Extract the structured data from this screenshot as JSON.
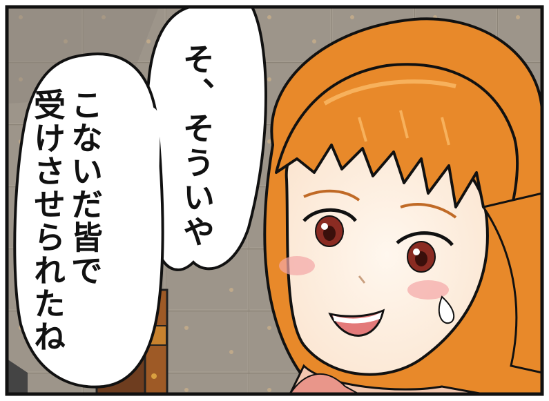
{
  "speech_bubbles": [
    {
      "lines": [
        "そ、そういや"
      ]
    },
    {
      "lines": [
        "こないだ皆で",
        "受けさせられたね"
      ]
    }
  ],
  "colors": {
    "hair": "#e8892a",
    "hair_highlight": "#f7b15c",
    "skin": "#fdf1e4",
    "wall": "#9b9387",
    "blush": "#f4a6a6",
    "eye": "#8a2b22",
    "panel_border": "#111111"
  },
  "icons": [
    "speech-bubble-icon",
    "character-girl-illustration"
  ]
}
